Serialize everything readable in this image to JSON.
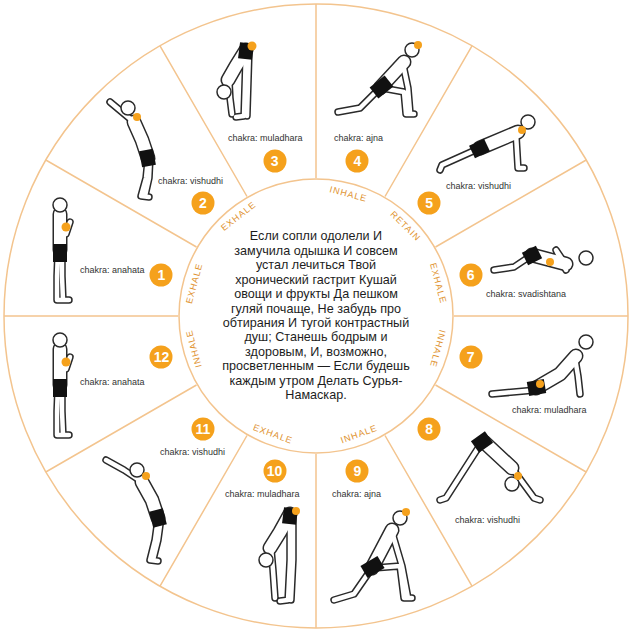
{
  "diagram": {
    "nodes": [
      {
        "text": [
          "1"
        ]
      },
      {
        "text": [
          "2"
        ]
      },
      {
        "text": [
          "3"
        ]
      },
      {
        "text": [
          "4"
        ]
      },
      {
        "text": [
          "5"
        ]
      },
      {
        "text": [
          "6"
        ]
      },
      {
        "text": [
          "7"
        ]
      },
      {
        "text": [
          "8"
        ]
      },
      {
        "text": [
          "9"
        ]
      },
      {
        "text": [
          "10"
        ]
      },
      {
        "text": [
          "11"
        ]
      },
      {
        "text": [
          "12"
        ]
      },
      {
        "text": [
          "Если сопли одолели И замучила одышка И совсем устал лечиться Твой хронический гастрит Кушай овощи и фрукты Да пешком гуляй почаще, Не забудь про обтирания И тугой контрастный душ; Станешь бодрым и здоровым, И, возможно, просветленным — Если будешь каждым утром Делать Сурья-Намаскар."
        ]
      }
    ],
    "labels": [
      "chakra: anahata",
      "chakra: vishudhi",
      "chakra: muladhara",
      "chakra: ajna",
      "chakra: vishudhi",
      "chakra: svadishtana",
      "chakra: muladhara",
      "chakra: vishudhi",
      "chakra: ajna",
      "chakra: muladhara",
      "chakra: vishudhi",
      "chakra: anahata",
      "EXHALE",
      "INHALE",
      "RETAIN",
      "EXHALE",
      "INHALE",
      "INHALE",
      "EXHALE",
      "INHALE",
      "EXHALE"
    ]
  }
}
